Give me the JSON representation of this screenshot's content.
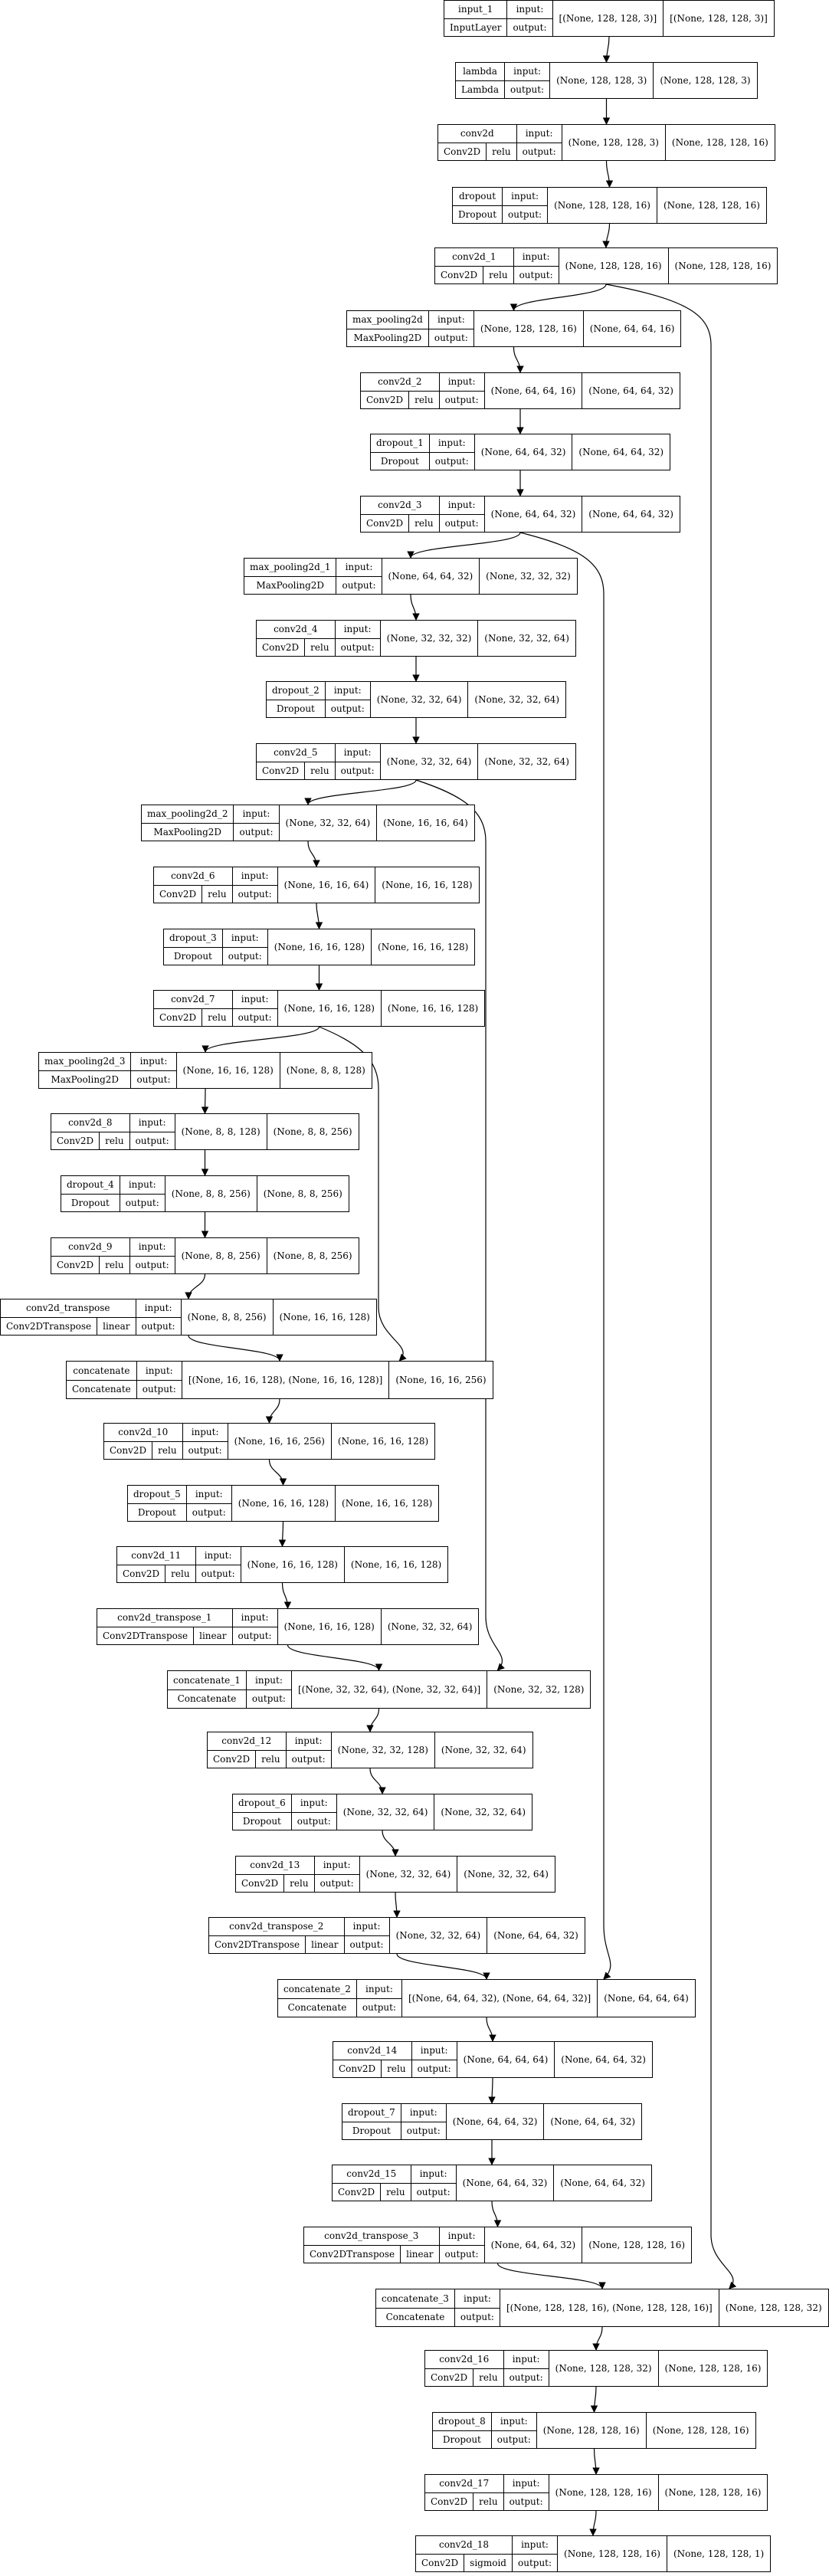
{
  "diagram": {
    "io_labels": {
      "input": "input:",
      "output": "output:"
    },
    "nodes": [
      {
        "id": "input_1",
        "name": "input_1",
        "type": "InputLayer",
        "act": "",
        "in": "[(None, 128, 128, 3)]",
        "out": "[(None, 128, 128, 3)]"
      },
      {
        "id": "lambda",
        "name": "lambda",
        "type": "Lambda",
        "act": "",
        "in": "(None, 128, 128, 3)",
        "out": "(None, 128, 128, 3)"
      },
      {
        "id": "conv2d",
        "name": "conv2d",
        "type": "Conv2D",
        "act": "relu",
        "in": "(None, 128, 128, 3)",
        "out": "(None, 128, 128, 16)"
      },
      {
        "id": "dropout",
        "name": "dropout",
        "type": "Dropout",
        "act": "",
        "in": "(None, 128, 128, 16)",
        "out": "(None, 128, 128, 16)"
      },
      {
        "id": "conv2d_1",
        "name": "conv2d_1",
        "type": "Conv2D",
        "act": "relu",
        "in": "(None, 128, 128, 16)",
        "out": "(None, 128, 128, 16)"
      },
      {
        "id": "max_pooling2d",
        "name": "max_pooling2d",
        "type": "MaxPooling2D",
        "act": "",
        "in": "(None, 128, 128, 16)",
        "out": "(None, 64, 64, 16)"
      },
      {
        "id": "conv2d_2",
        "name": "conv2d_2",
        "type": "Conv2D",
        "act": "relu",
        "in": "(None, 64, 64, 16)",
        "out": "(None, 64, 64, 32)"
      },
      {
        "id": "dropout_1",
        "name": "dropout_1",
        "type": "Dropout",
        "act": "",
        "in": "(None, 64, 64, 32)",
        "out": "(None, 64, 64, 32)"
      },
      {
        "id": "conv2d_3",
        "name": "conv2d_3",
        "type": "Conv2D",
        "act": "relu",
        "in": "(None, 64, 64, 32)",
        "out": "(None, 64, 64, 32)"
      },
      {
        "id": "max_pooling2d_1",
        "name": "max_pooling2d_1",
        "type": "MaxPooling2D",
        "act": "",
        "in": "(None, 64, 64, 32)",
        "out": "(None, 32, 32, 32)"
      },
      {
        "id": "conv2d_4",
        "name": "conv2d_4",
        "type": "Conv2D",
        "act": "relu",
        "in": "(None, 32, 32, 32)",
        "out": "(None, 32, 32, 64)"
      },
      {
        "id": "dropout_2",
        "name": "dropout_2",
        "type": "Dropout",
        "act": "",
        "in": "(None, 32, 32, 64)",
        "out": "(None, 32, 32, 64)"
      },
      {
        "id": "conv2d_5",
        "name": "conv2d_5",
        "type": "Conv2D",
        "act": "relu",
        "in": "(None, 32, 32, 64)",
        "out": "(None, 32, 32, 64)"
      },
      {
        "id": "max_pooling2d_2",
        "name": "max_pooling2d_2",
        "type": "MaxPooling2D",
        "act": "",
        "in": "(None, 32, 32, 64)",
        "out": "(None, 16, 16, 64)"
      },
      {
        "id": "conv2d_6",
        "name": "conv2d_6",
        "type": "Conv2D",
        "act": "relu",
        "in": "(None, 16, 16, 64)",
        "out": "(None, 16, 16, 128)"
      },
      {
        "id": "dropout_3",
        "name": "dropout_3",
        "type": "Dropout",
        "act": "",
        "in": "(None, 16, 16, 128)",
        "out": "(None, 16, 16, 128)"
      },
      {
        "id": "conv2d_7",
        "name": "conv2d_7",
        "type": "Conv2D",
        "act": "relu",
        "in": "(None, 16, 16, 128)",
        "out": "(None, 16, 16, 128)"
      },
      {
        "id": "max_pooling2d_3",
        "name": "max_pooling2d_3",
        "type": "MaxPooling2D",
        "act": "",
        "in": "(None, 16, 16, 128)",
        "out": "(None, 8, 8, 128)"
      },
      {
        "id": "conv2d_8",
        "name": "conv2d_8",
        "type": "Conv2D",
        "act": "relu",
        "in": "(None, 8, 8, 128)",
        "out": "(None, 8, 8, 256)"
      },
      {
        "id": "dropout_4",
        "name": "dropout_4",
        "type": "Dropout",
        "act": "",
        "in": "(None, 8, 8, 256)",
        "out": "(None, 8, 8, 256)"
      },
      {
        "id": "conv2d_9",
        "name": "conv2d_9",
        "type": "Conv2D",
        "act": "relu",
        "in": "(None, 8, 8, 256)",
        "out": "(None, 8, 8, 256)"
      },
      {
        "id": "conv2d_transpose",
        "name": "conv2d_transpose",
        "type": "Conv2DTranspose",
        "act": "linear",
        "in": "(None, 8, 8, 256)",
        "out": "(None, 16, 16, 128)"
      },
      {
        "id": "concatenate",
        "name": "concatenate",
        "type": "Concatenate",
        "act": "",
        "in": "[(None, 16, 16, 128), (None, 16, 16, 128)]",
        "out": "(None, 16, 16, 256)"
      },
      {
        "id": "conv2d_10",
        "name": "conv2d_10",
        "type": "Conv2D",
        "act": "relu",
        "in": "(None, 16, 16, 256)",
        "out": "(None, 16, 16, 128)"
      },
      {
        "id": "dropout_5",
        "name": "dropout_5",
        "type": "Dropout",
        "act": "",
        "in": "(None, 16, 16, 128)",
        "out": "(None, 16, 16, 128)"
      },
      {
        "id": "conv2d_11",
        "name": "conv2d_11",
        "type": "Conv2D",
        "act": "relu",
        "in": "(None, 16, 16, 128)",
        "out": "(None, 16, 16, 128)"
      },
      {
        "id": "conv2d_transpose_1",
        "name": "conv2d_transpose_1",
        "type": "Conv2DTranspose",
        "act": "linear",
        "in": "(None, 16, 16, 128)",
        "out": "(None, 32, 32, 64)"
      },
      {
        "id": "concatenate_1",
        "name": "concatenate_1",
        "type": "Concatenate",
        "act": "",
        "in": "[(None, 32, 32, 64), (None, 32, 32, 64)]",
        "out": "(None, 32, 32, 128)"
      },
      {
        "id": "conv2d_12",
        "name": "conv2d_12",
        "type": "Conv2D",
        "act": "relu",
        "in": "(None, 32, 32, 128)",
        "out": "(None, 32, 32, 64)"
      },
      {
        "id": "dropout_6",
        "name": "dropout_6",
        "type": "Dropout",
        "act": "",
        "in": "(None, 32, 32, 64)",
        "out": "(None, 32, 32, 64)"
      },
      {
        "id": "conv2d_13",
        "name": "conv2d_13",
        "type": "Conv2D",
        "act": "relu",
        "in": "(None, 32, 32, 64)",
        "out": "(None, 32, 32, 64)"
      },
      {
        "id": "conv2d_transpose_2",
        "name": "conv2d_transpose_2",
        "type": "Conv2DTranspose",
        "act": "linear",
        "in": "(None, 32, 32, 64)",
        "out": "(None, 64, 64, 32)"
      },
      {
        "id": "concatenate_2",
        "name": "concatenate_2",
        "type": "Concatenate",
        "act": "",
        "in": "[(None, 64, 64, 32), (None, 64, 64, 32)]",
        "out": "(None, 64, 64, 64)"
      },
      {
        "id": "conv2d_14",
        "name": "conv2d_14",
        "type": "Conv2D",
        "act": "relu",
        "in": "(None, 64, 64, 64)",
        "out": "(None, 64, 64, 32)"
      },
      {
        "id": "dropout_7",
        "name": "dropout_7",
        "type": "Dropout",
        "act": "",
        "in": "(None, 64, 64, 32)",
        "out": "(None, 64, 64, 32)"
      },
      {
        "id": "conv2d_15",
        "name": "conv2d_15",
        "type": "Conv2D",
        "act": "relu",
        "in": "(None, 64, 64, 32)",
        "out": "(None, 64, 64, 32)"
      },
      {
        "id": "conv2d_transpose_3",
        "name": "conv2d_transpose_3",
        "type": "Conv2DTranspose",
        "act": "linear",
        "in": "(None, 64, 64, 32)",
        "out": "(None, 128, 128, 16)"
      },
      {
        "id": "concatenate_3",
        "name": "concatenate_3",
        "type": "Concatenate",
        "act": "",
        "in": "[(None, 128, 128, 16), (None, 128, 128, 16)]",
        "out": "(None, 128, 128, 32)"
      },
      {
        "id": "conv2d_16",
        "name": "conv2d_16",
        "type": "Conv2D",
        "act": "relu",
        "in": "(None, 128, 128, 32)",
        "out": "(None, 128, 128, 16)"
      },
      {
        "id": "dropout_8",
        "name": "dropout_8",
        "type": "Dropout",
        "act": "",
        "in": "(None, 128, 128, 16)",
        "out": "(None, 128, 128, 16)"
      },
      {
        "id": "conv2d_17",
        "name": "conv2d_17",
        "type": "Conv2D",
        "act": "relu",
        "in": "(None, 128, 128, 16)",
        "out": "(None, 128, 128, 16)"
      },
      {
        "id": "conv2d_18",
        "name": "conv2d_18",
        "type": "Conv2D",
        "act": "sigmoid",
        "in": "(None, 128, 128, 16)",
        "out": "(None, 128, 128, 1)"
      }
    ],
    "edges": [
      [
        "input_1",
        "lambda"
      ],
      [
        "lambda",
        "conv2d"
      ],
      [
        "conv2d",
        "dropout"
      ],
      [
        "dropout",
        "conv2d_1"
      ],
      [
        "conv2d_1",
        "max_pooling2d"
      ],
      [
        "max_pooling2d",
        "conv2d_2"
      ],
      [
        "conv2d_2",
        "dropout_1"
      ],
      [
        "dropout_1",
        "conv2d_3"
      ],
      [
        "conv2d_3",
        "max_pooling2d_1"
      ],
      [
        "max_pooling2d_1",
        "conv2d_4"
      ],
      [
        "conv2d_4",
        "dropout_2"
      ],
      [
        "dropout_2",
        "conv2d_5"
      ],
      [
        "conv2d_5",
        "max_pooling2d_2"
      ],
      [
        "max_pooling2d_2",
        "conv2d_6"
      ],
      [
        "conv2d_6",
        "dropout_3"
      ],
      [
        "dropout_3",
        "conv2d_7"
      ],
      [
        "conv2d_7",
        "max_pooling2d_3"
      ],
      [
        "max_pooling2d_3",
        "conv2d_8"
      ],
      [
        "conv2d_8",
        "dropout_4"
      ],
      [
        "dropout_4",
        "conv2d_9"
      ],
      [
        "conv2d_9",
        "conv2d_transpose"
      ],
      [
        "conv2d_transpose",
        "concatenate"
      ],
      [
        "conv2d_7",
        "concatenate"
      ],
      [
        "concatenate",
        "conv2d_10"
      ],
      [
        "conv2d_10",
        "dropout_5"
      ],
      [
        "dropout_5",
        "conv2d_11"
      ],
      [
        "conv2d_11",
        "conv2d_transpose_1"
      ],
      [
        "conv2d_transpose_1",
        "concatenate_1"
      ],
      [
        "conv2d_5",
        "concatenate_1"
      ],
      [
        "concatenate_1",
        "conv2d_12"
      ],
      [
        "conv2d_12",
        "dropout_6"
      ],
      [
        "dropout_6",
        "conv2d_13"
      ],
      [
        "conv2d_13",
        "conv2d_transpose_2"
      ],
      [
        "conv2d_transpose_2",
        "concatenate_2"
      ],
      [
        "conv2d_3",
        "concatenate_2"
      ],
      [
        "concatenate_2",
        "conv2d_14"
      ],
      [
        "conv2d_14",
        "dropout_7"
      ],
      [
        "dropout_7",
        "conv2d_15"
      ],
      [
        "conv2d_15",
        "conv2d_transpose_3"
      ],
      [
        "conv2d_transpose_3",
        "concatenate_3"
      ],
      [
        "conv2d_1",
        "concatenate_3"
      ],
      [
        "concatenate_3",
        "conv2d_16"
      ],
      [
        "conv2d_16",
        "dropout_8"
      ],
      [
        "dropout_8",
        "conv2d_17"
      ],
      [
        "conv2d_17",
        "conv2d_18"
      ]
    ]
  }
}
